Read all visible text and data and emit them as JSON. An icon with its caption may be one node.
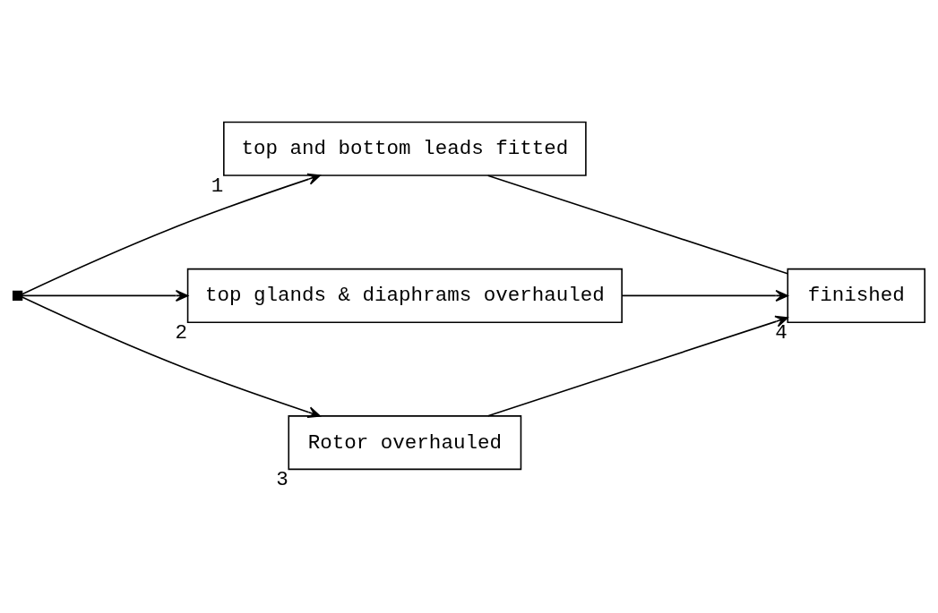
{
  "diagram": {
    "nodes": [
      {
        "text": [],
        "shape": "box"
      },
      {
        "text": [
          "top and bottom leads fitted"
        ],
        "beside": [
          "1"
        ]
      },
      {
        "text": [
          "top glands & diaphrams overhauled"
        ],
        "beside": [
          "2"
        ]
      },
      {
        "text": [
          "Rotor overhauled"
        ],
        "beside": [
          "3"
        ]
      },
      {
        "text": [
          "finished"
        ],
        "beside": [
          "4"
        ]
      }
    ],
    "edges": [
      {
        "from": 0,
        "to": 1,
        "arrow": "to"
      },
      {
        "from": 0,
        "to": 2,
        "arrow": "to"
      },
      {
        "from": 0,
        "to": 3,
        "arrow": "to"
      },
      {
        "from": 1,
        "to": 4,
        "arrow": "none"
      },
      {
        "from": 2,
        "to": 4,
        "arrow": "to"
      },
      {
        "from": 3,
        "to": 4,
        "arrow": "to"
      }
    ]
  }
}
